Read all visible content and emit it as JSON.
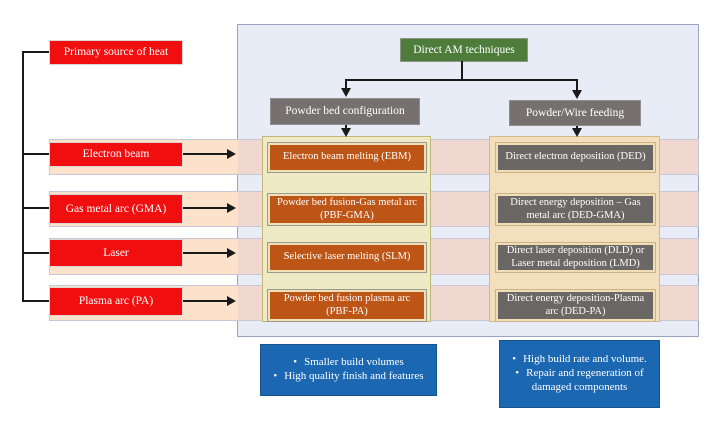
{
  "palette": {
    "source_red": "#f10e0e",
    "root_green": "#4e7d3b",
    "branch_gray": "#767170",
    "deposition_gray": "#6b6765",
    "powder_bed_orange": "#bd5516",
    "note_blue": "#1b67b2",
    "panel_blue": "#e7ecf7",
    "powder_bed_band_yellow": "#efeac6",
    "wire_feed_band_tan": "#f3dfbc",
    "row_band_peach": "#fce2cb",
    "row_band_pink": "#f0d7d0"
  },
  "root": {
    "label": "Direct AM techniques"
  },
  "source_header": {
    "label": "Primary source of heat"
  },
  "branches": {
    "powder_bed": {
      "label": "Powder bed configuration"
    },
    "wire_feed": {
      "label": "Powder/Wire feeding"
    }
  },
  "rows": [
    {
      "source": "Electron beam",
      "powder_bed": "Electron beam melting (EBM)",
      "wire_feed": "Direct electron deposition (DED)"
    },
    {
      "source": "Gas metal arc (GMA)",
      "powder_bed": "Powder bed fusion-Gas metal arc (PBF-GMA)",
      "wire_feed": "Direct energy deposition – Gas metal arc (DED-GMA)"
    },
    {
      "source": "Laser",
      "powder_bed": "Selective laser melting (SLM)",
      "wire_feed": "Direct laser deposition (DLD) or Laser metal deposition (LMD)"
    },
    {
      "source": "Plasma arc (PA)",
      "powder_bed": "Powder bed fusion plasma arc (PBF-PA)",
      "wire_feed": "Direct energy deposition-Plasma arc (DED-PA)"
    }
  ],
  "notes": {
    "bullet": "•",
    "powder_bed": {
      "items": [
        "Smaller build volumes",
        "High quality finish and features"
      ]
    },
    "wire_feed": {
      "items": [
        "High build rate and volume.",
        "Repair and regeneration of damaged components"
      ]
    }
  }
}
